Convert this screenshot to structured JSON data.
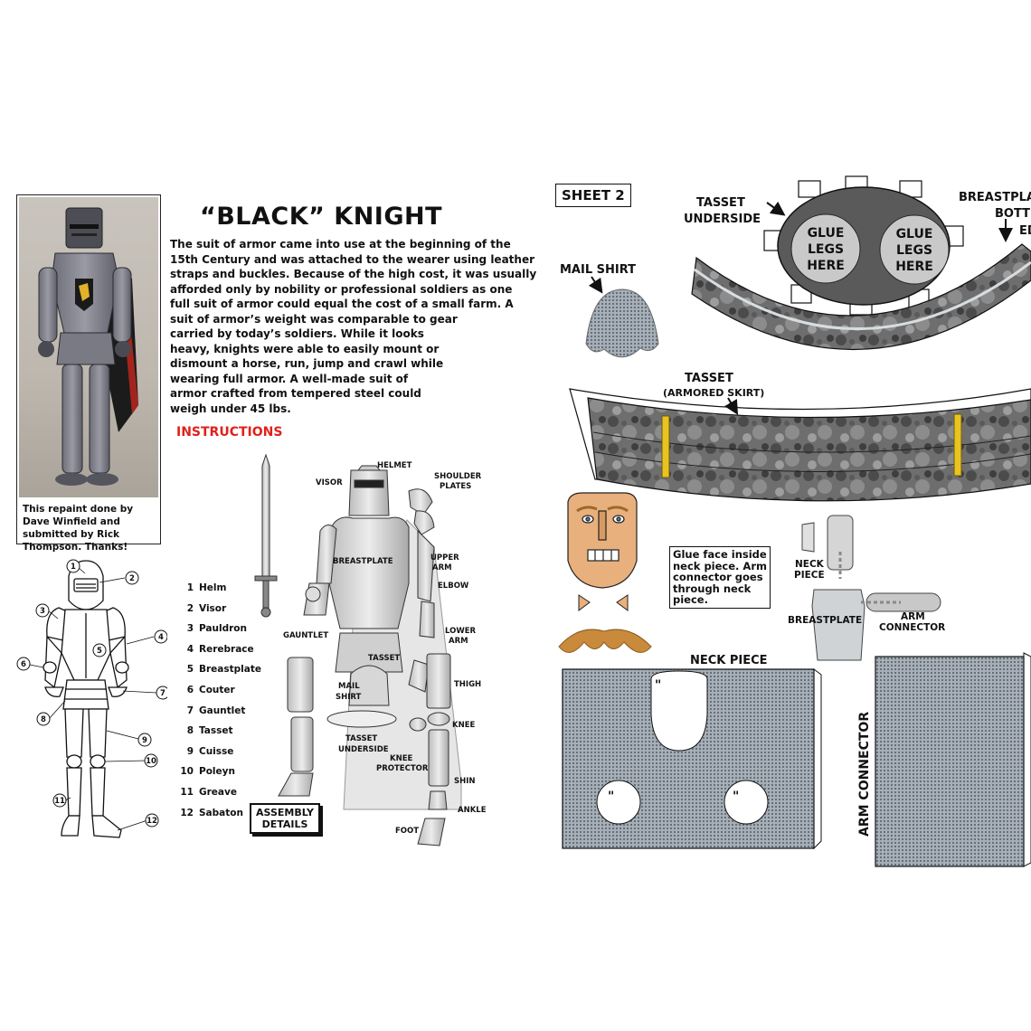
{
  "left_page": {
    "title": "“BLACK” KNIGHT",
    "intro_lines": [
      "The suit of armor came into use at the beginning of the",
      "15th Century and was attached to the wearer using leather",
      "straps and buckles. Because of the high cost, it was usually",
      "afforded only by nobility or professional soldiers as one",
      "full suit of armor could equal the cost of a small farm. A",
      "suit of armor’s weight was comparable to gear",
      "carried by today’s soldiers.  While it looks",
      "heavy, knights  were able to easily mount or",
      "dismount a horse, run, jump and crawl while",
      "wearing full armor. A well-made suit of",
      "armor crafted from tempered steel could",
      "weigh under 45 lbs."
    ],
    "photo_caption": "This repaint done by Dave Winfield and submitted by Rick Thompson.    Thanks!",
    "instructions_heading": "INSTRUCTIONS",
    "parts": [
      {
        "num": "1",
        "name": "Helm"
      },
      {
        "num": "2",
        "name": "Visor"
      },
      {
        "num": "3",
        "name": "Pauldron"
      },
      {
        "num": "4",
        "name": "Rerebrace"
      },
      {
        "num": "5",
        "name": "Breastplate"
      },
      {
        "num": "6",
        "name": "Couter"
      },
      {
        "num": "7",
        "name": "Gauntlet"
      },
      {
        "num": "8",
        "name": "Tasset"
      },
      {
        "num": "9",
        "name": "Cuisse"
      },
      {
        "num": "10",
        "name": "Poleyn"
      },
      {
        "num": "11",
        "name": "Greave"
      },
      {
        "num": "12",
        "name": "Sabaton"
      }
    ],
    "callout_numbers": [
      "1",
      "2",
      "3",
      "4",
      "5",
      "6",
      "7",
      "8",
      "9",
      "10",
      "11",
      "12"
    ],
    "assembly_labels": {
      "helmet": "HELMET",
      "visor": "VISOR",
      "shoulder": "SHOULDER",
      "plates": "PLATES",
      "breastplate": "BREASTPLATE",
      "upper": "UPPER",
      "arm": "ARM",
      "elbow": "ELBOW",
      "gauntlet": "GAUNTLET",
      "lower": "LOWER",
      "tasset": "TASSET",
      "thigh": "THIGH",
      "mail": "MAIL",
      "shirt": "SHIRT",
      "knee": "KNEE",
      "tasset_under_1": "TASSET",
      "tasset_under_2": "UNDERSIDE",
      "knee_prot_1": "KNEE",
      "knee_prot_2": "PROTECTOR",
      "shin": "SHIN",
      "ankle": "ANKLE",
      "foot": "FOOT"
    },
    "assembly_box_line1": "ASSEMBLY",
    "assembly_box_line2": "DETAILS"
  },
  "right_page": {
    "sheet_label": "SHEET 2",
    "tasset_underside_1": "TASSET",
    "tasset_underside_2": "UNDERSIDE",
    "breastplate_label_1": "BREASTPLA",
    "breastplate_label_2": "BOTT",
    "breastplate_label_3": "ED",
    "glue_legs": [
      "GLUE",
      "LEGS",
      "HERE"
    ],
    "mail_shirt": "MAIL SHIRT",
    "tasset": "TASSET",
    "armored_skirt": "(ARMORED SKIRT)",
    "glue_note": "Glue face inside neck piece. Arm connector goes through neck piece.",
    "neck_label_1": "NECK",
    "neck_label_2": "PIECE",
    "breastplate_small": "BREASTPLATE",
    "arm_connector_1": "ARM",
    "arm_connector_2": "CONNECTOR",
    "neck_piece_title": "NECK PIECE",
    "arm_connector_vertical": "ARM CONNECTOR",
    "hole_mark": "\""
  },
  "colors": {
    "accent_red": "#e0211b",
    "armor_dark": "#5d5d5d",
    "mesh_blue_gray": "#98a2ac",
    "yellow_stripe": "#e9c320",
    "skin": "#e8b07c",
    "mustache": "#c98a3c"
  }
}
